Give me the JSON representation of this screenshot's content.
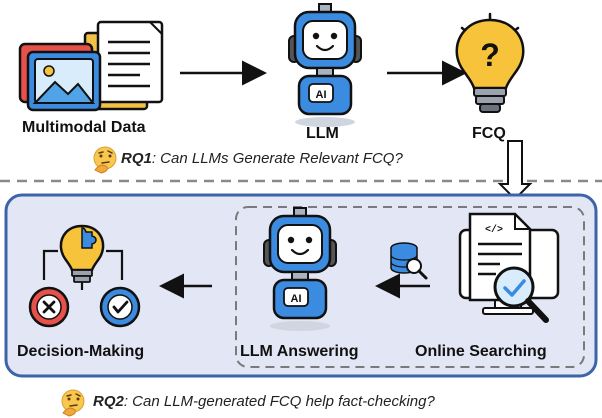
{
  "top_row": {
    "multimodal_label": "Multimodal Data",
    "llm_label": "LLM",
    "fcq_label": "FCQ"
  },
  "rq1": {
    "tag": "RQ1",
    "question": ": Can LLMs Generate Relevant FCQ?"
  },
  "bottom_row": {
    "decision_label": "Decision-Making",
    "llm_answering_label": "LLM Answering",
    "online_searching_label": "Online Searching"
  },
  "rq2": {
    "tag": "RQ2",
    "question": ": Can LLM-generated FCQ help fact-checking?"
  },
  "icons": {
    "multimodal": "image-document-stack-icon",
    "robot": "robot-ai-icon",
    "bulb_question": "lightbulb-question-icon",
    "database_search": "database-search-icon",
    "web_search": "web-page-search-icon",
    "decision": "lightbulb-puzzle-decision-icon",
    "thinking_face": "thinking-face-icon"
  },
  "colors": {
    "panel_fill": "#e3e6f4",
    "panel_border": "#3d64a8",
    "robot_blue": "#3b8be0",
    "bulb_yellow": "#f7c33a",
    "reject_red": "#e8504a",
    "accept_blue": "#2f8de0"
  }
}
